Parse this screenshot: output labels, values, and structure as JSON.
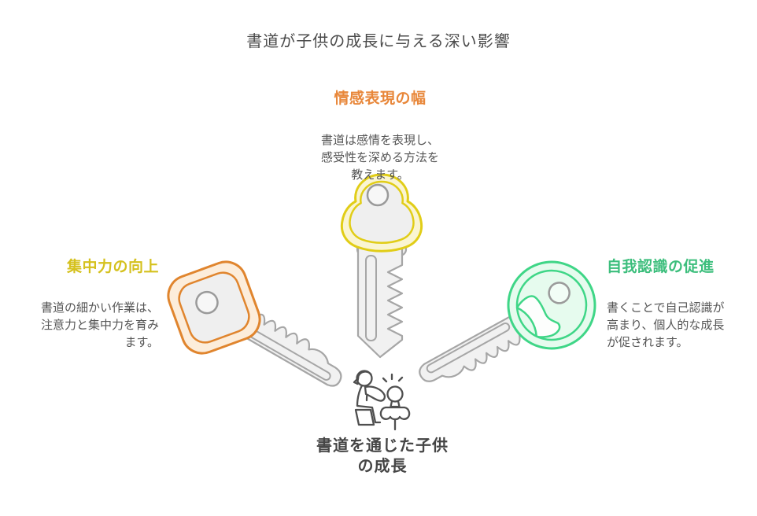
{
  "title": "書道が子供の成長に与える深い影響",
  "branches": {
    "top": {
      "heading": "情感表現の幅",
      "body": "書道は感情を表現し、\n感受性を深める方法を\n教えます。",
      "heading_color": "#E8873A",
      "key_icon": "cloud-key-icon",
      "key_stroke_color": "#E1CD17",
      "key_band_color": "#FAF5D2"
    },
    "left": {
      "heading": "集中力の向上",
      "body": "書道の細かい作業は、\n注意力と集中力を育み\nます。",
      "heading_color": "#D5C11E",
      "key_icon": "square-key-icon",
      "key_stroke_color": "#E0852E",
      "key_band_color": "#FCEDDB"
    },
    "right": {
      "heading": "自我認識の促進",
      "body": "書くことで自己認識が\n高まり、個人的な成長\nが促されます。",
      "heading_color": "#3CBE7C",
      "key_icon": "round-key-icon",
      "key_stroke_color": "#3FD687",
      "key_band_color": "#E6FBEE"
    }
  },
  "center": {
    "label": "書道を通じた子供\nの成長",
    "icon": "teacher-and-child-icon"
  },
  "palette": {
    "background": "#FFFFFF",
    "title_text": "#4B4B4B",
    "body_text": "#555555",
    "center_text": "#454545",
    "key_gray_stroke": "#A6A6A6",
    "key_gray_fill": "#F1F1F1",
    "hole_stroke": "#9A9A9A",
    "figure_stroke": "#4F4F4F"
  }
}
